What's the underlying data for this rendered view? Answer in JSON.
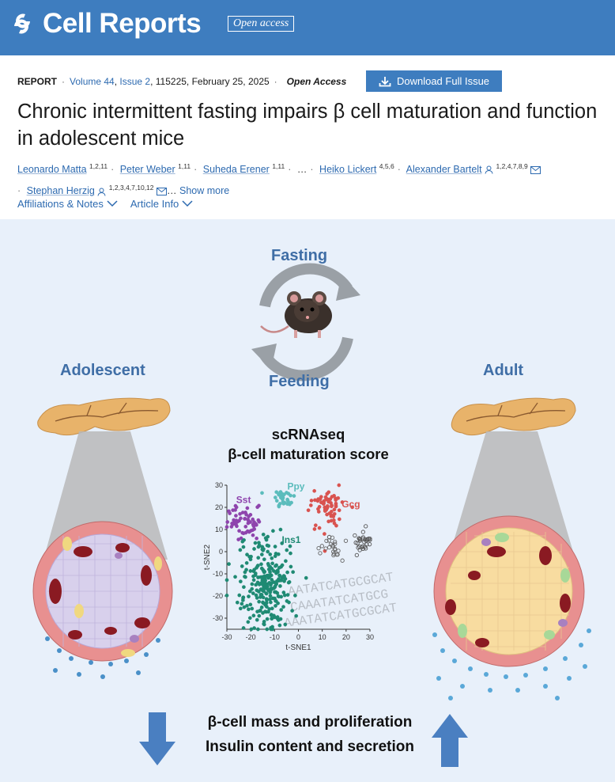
{
  "journal": {
    "name": "Cell Reports",
    "badge": "Open access"
  },
  "meta": {
    "type": "REPORT",
    "volume": "Volume 44",
    "issue": "Issue 2",
    "rest": ", 115225, February 25, 2025",
    "access": "Open Access",
    "download_label": "Download Full Issue"
  },
  "title": "Chronic intermittent fasting impairs β cell maturation and function in adolescent mice",
  "authors": [
    {
      "name": "Leonardo Matta",
      "aff": "1,2,11"
    },
    {
      "name": "Peter Weber",
      "aff": "1,11"
    },
    {
      "name": "Suheda Erener",
      "aff": "1,11"
    },
    {
      "name": "Heiko Lickert",
      "aff": "4,5,6"
    },
    {
      "name": "Alexander Bartelt",
      "aff": "1,2,4,7,8,9"
    },
    {
      "name": "Stephan Herzig",
      "aff": "1,2,3,4,7,10,12"
    }
  ],
  "ellipsis": "…",
  "show_more": "Show more",
  "tabs": {
    "affiliations": "Affiliations & Notes",
    "article_info": "Article Info"
  },
  "graphical_abstract": {
    "fasting": "Fasting",
    "feeding": "Feeding",
    "left_label": "Adolescent",
    "right_label": "Adult",
    "center_title_1": "scRNAseq",
    "center_title_2": "β-cell maturation score",
    "line1": "β-cell mass and proliferation",
    "line2": "Insulin content and secretion",
    "dna_text": [
      "AATATCATGCGCAT",
      "CAAATATCATGCG",
      "AAATATCATGCGCAT"
    ],
    "colors": {
      "blue": "#3f6ea6",
      "arrow": "#4a7fc1",
      "sst": "#7a2a8c",
      "ppy": "#4fb0b0",
      "gcg": "#c0403a",
      "ins": "#1f7a6a"
    }
  },
  "chart_data": {
    "type": "scatter",
    "title": "",
    "xlabel": "t-SNE1",
    "ylabel": "t-SNE2",
    "xlim": [
      -30,
      30
    ],
    "ylim": [
      -35,
      30
    ],
    "xticks": [
      -30,
      -20,
      -10,
      0,
      10,
      20,
      30
    ],
    "yticks": [
      30,
      20,
      10,
      0,
      -10,
      -20,
      -30
    ],
    "clusters": [
      {
        "name": "Sst",
        "color": "#8e44ad",
        "cx": -23,
        "cy": 13,
        "sx": 3.5,
        "sy": 3.5,
        "n": 60
      },
      {
        "name": "Ppy",
        "color": "#5bbcbc",
        "cx": -6,
        "cy": 24,
        "sx": 2.2,
        "sy": 2,
        "n": 35
      },
      {
        "name": "Gcg",
        "color": "#d9534f",
        "cx": 12,
        "cy": 20,
        "sx": 3.2,
        "sy": 4.5,
        "n": 70
      },
      {
        "name": "Ins1",
        "color": "#1f8a73",
        "cx": -14,
        "cy": -15,
        "sx": 6,
        "sy": 10,
        "n": 260
      },
      {
        "name": "",
        "color": "#666666",
        "cx": 15,
        "cy": 2,
        "sx": 2,
        "sy": 2.5,
        "n": 25
      },
      {
        "name": "",
        "color": "#555555",
        "cx": 27,
        "cy": 4,
        "sx": 2,
        "sy": 3,
        "n": 30
      }
    ]
  }
}
